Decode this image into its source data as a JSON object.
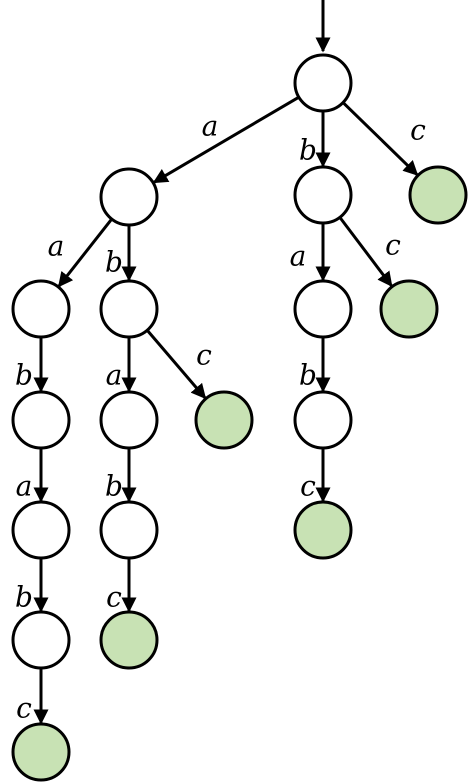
{
  "colors": {
    "accept_fill": "#c8e2b4",
    "node_fill": "#ffffff",
    "stroke": "#000000"
  },
  "nodes": [
    {
      "id": "root",
      "accepting": false
    },
    {
      "id": "a",
      "accepting": false
    },
    {
      "id": "b",
      "accepting": false
    },
    {
      "id": "c",
      "accepting": true
    },
    {
      "id": "aa",
      "accepting": false
    },
    {
      "id": "ab",
      "accepting": false
    },
    {
      "id": "ba",
      "accepting": false
    },
    {
      "id": "bc",
      "accepting": true
    },
    {
      "id": "aab",
      "accepting": false
    },
    {
      "id": "aba",
      "accepting": false
    },
    {
      "id": "abc",
      "accepting": true
    },
    {
      "id": "bab",
      "accepting": false
    },
    {
      "id": "aaba",
      "accepting": false
    },
    {
      "id": "abab",
      "accepting": false
    },
    {
      "id": "babc",
      "accepting": true
    },
    {
      "id": "aabab",
      "accepting": false
    },
    {
      "id": "ababc",
      "accepting": true
    },
    {
      "id": "aababc",
      "accepting": true
    }
  ],
  "edges": [
    {
      "from": "root",
      "to": "a",
      "label": "a"
    },
    {
      "from": "root",
      "to": "b",
      "label": "b"
    },
    {
      "from": "root",
      "to": "c",
      "label": "c"
    },
    {
      "from": "a",
      "to": "aa",
      "label": "a"
    },
    {
      "from": "a",
      "to": "ab",
      "label": "b"
    },
    {
      "from": "b",
      "to": "ba",
      "label": "a"
    },
    {
      "from": "b",
      "to": "bc",
      "label": "c"
    },
    {
      "from": "aa",
      "to": "aab",
      "label": "b"
    },
    {
      "from": "ab",
      "to": "aba",
      "label": "a"
    },
    {
      "from": "ab",
      "to": "abc",
      "label": "c"
    },
    {
      "from": "ba",
      "to": "bab",
      "label": "b"
    },
    {
      "from": "aab",
      "to": "aaba",
      "label": "a"
    },
    {
      "from": "aba",
      "to": "abab",
      "label": "b"
    },
    {
      "from": "bab",
      "to": "babc",
      "label": "c"
    },
    {
      "from": "aaba",
      "to": "aabab",
      "label": "b"
    },
    {
      "from": "abab",
      "to": "ababc",
      "label": "c"
    },
    {
      "from": "aabab",
      "to": "aababc",
      "label": "c"
    }
  ]
}
